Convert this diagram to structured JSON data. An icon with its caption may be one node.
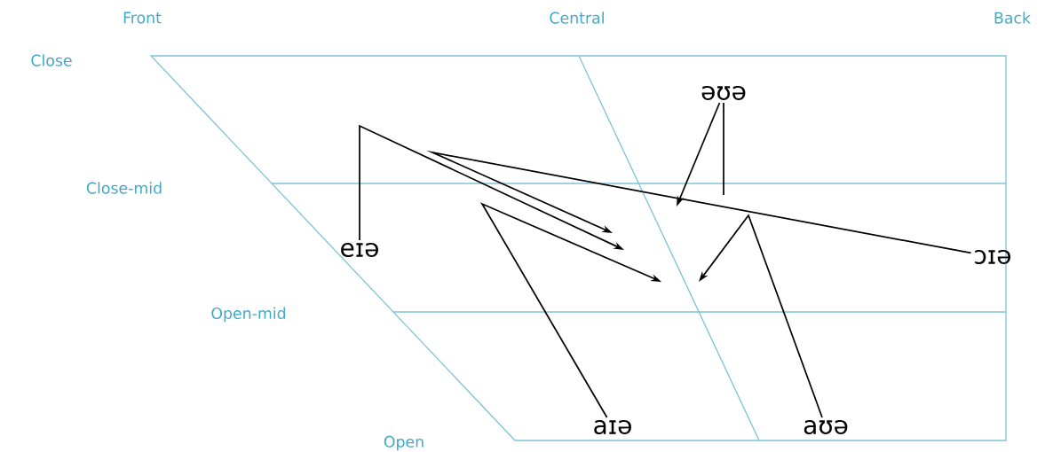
{
  "diagram": {
    "nodes": [
      {
        "text": [
          "əʊə"
        ]
      },
      {
        "text": [
          "eɪə"
        ]
      },
      {
        "text": [
          "ɔɪə"
        ]
      },
      {
        "text": [
          "aɪə"
        ]
      },
      {
        "text": [
          "aʊə"
        ]
      }
    ],
    "edges": [
      {
        "from": 0,
        "to": null,
        "arrow": "to"
      },
      {
        "from": 0,
        "to": null,
        "arrow": "none"
      },
      {
        "from": 1,
        "to": null,
        "arrow": "to"
      },
      {
        "from": 2,
        "to": null,
        "arrow": "to"
      },
      {
        "from": 3,
        "to": null,
        "arrow": "to"
      },
      {
        "from": 4,
        "to": null,
        "arrow": "to"
      }
    ],
    "labels": [
      "Front",
      "Central",
      "Back",
      "Close",
      "Close-mid",
      "Open-mid",
      "Open"
    ]
  }
}
